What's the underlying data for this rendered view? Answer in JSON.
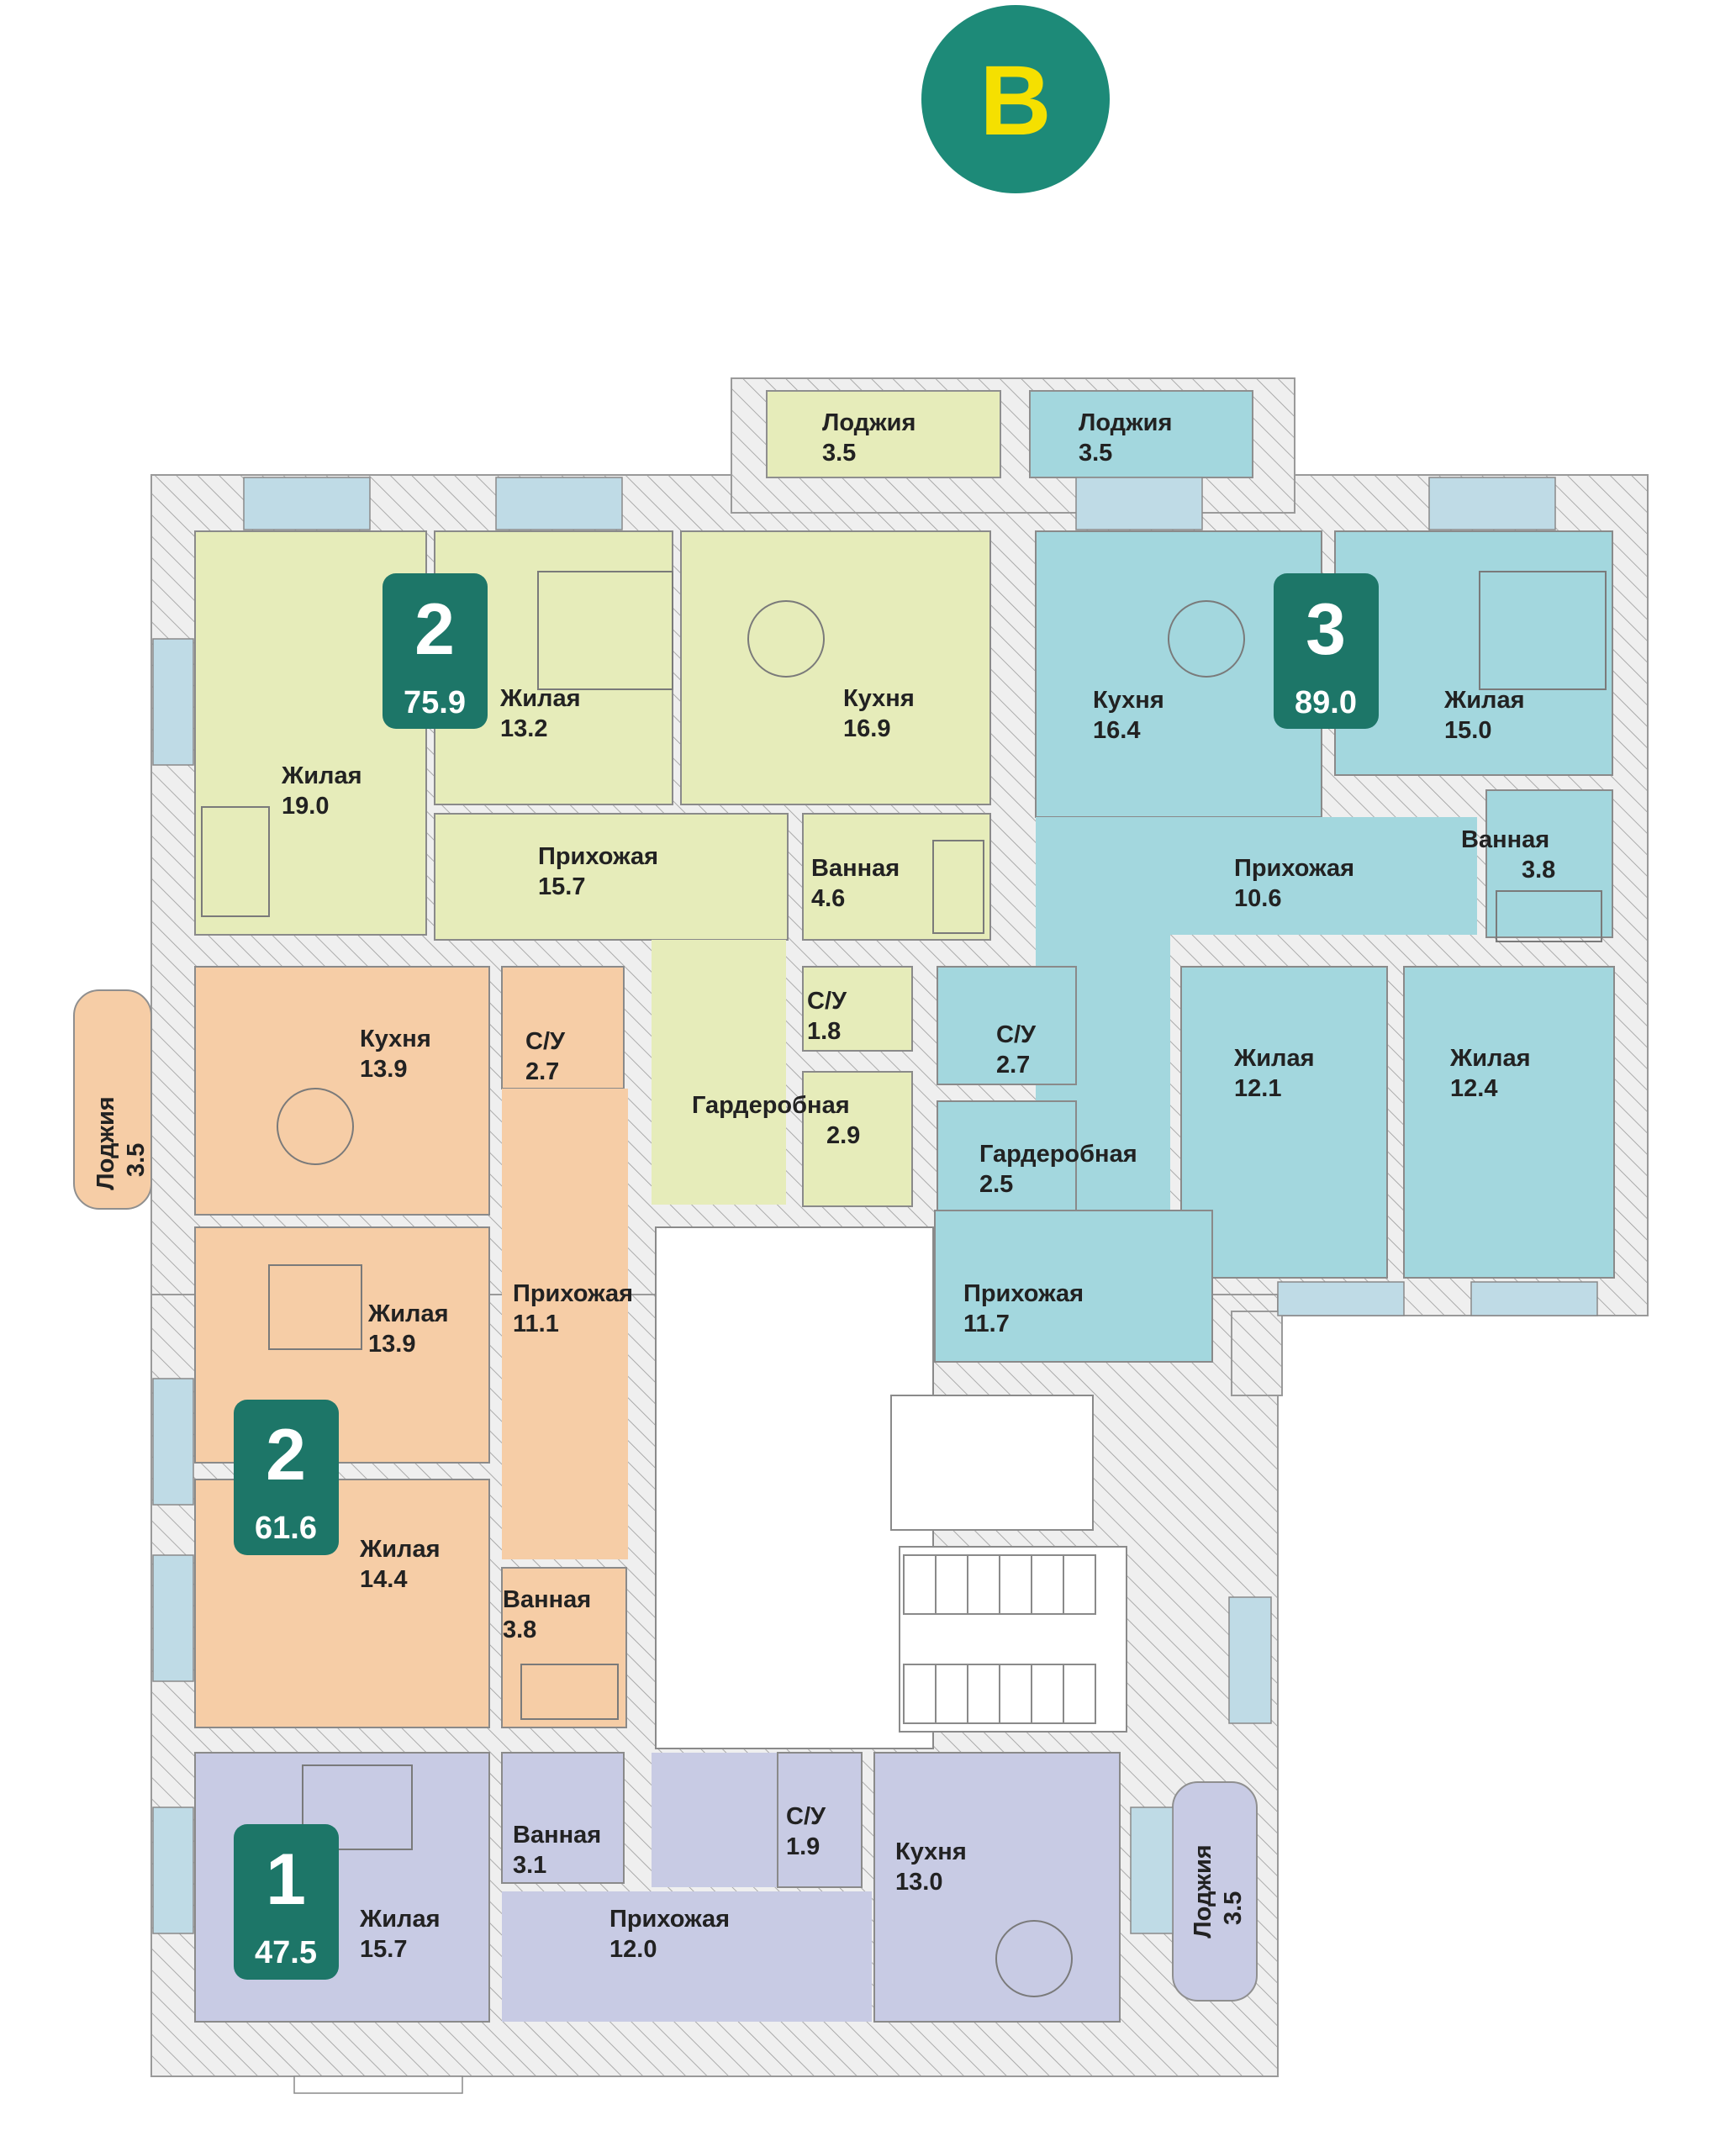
{
  "section": {
    "letter": "В"
  },
  "colors": {
    "yellow": "#e6ecba",
    "blue": "#a3d7de",
    "orange": "#f6cda6",
    "purple": "#c8cbe4",
    "badge": "#1d7668",
    "section_circle": "#1d8a78",
    "section_letter": "#f5e000",
    "wall": "#e8e8e8"
  },
  "apartments": [
    {
      "rooms": "2",
      "area": "75.9",
      "spaces": [
        {
          "name": "Жилая",
          "area": "19.0"
        },
        {
          "name": "Жилая",
          "area": "13.2"
        },
        {
          "name": "Кухня",
          "area": "16.9"
        },
        {
          "name": "Прихожая",
          "area": "15.7"
        },
        {
          "name": "Ванная",
          "area": "4.6"
        },
        {
          "name": "С/У",
          "area": "1.8"
        },
        {
          "name": "Гардеробная",
          "area": "2.9"
        },
        {
          "name": "Лоджия",
          "area": "3.5"
        }
      ]
    },
    {
      "rooms": "3",
      "area": "89.0",
      "spaces": [
        {
          "name": "Кухня",
          "area": "16.4"
        },
        {
          "name": "Жилая",
          "area": "15.0"
        },
        {
          "name": "Прихожая",
          "area": "10.6"
        },
        {
          "name": "Ванная",
          "area": "3.8"
        },
        {
          "name": "С/У",
          "area": "2.7"
        },
        {
          "name": "Жилая",
          "area": "12.1"
        },
        {
          "name": "Жилая",
          "area": "12.4"
        },
        {
          "name": "Гардеробная",
          "area": "2.5"
        },
        {
          "name": "Прихожая",
          "area": "11.7"
        },
        {
          "name": "Лоджия",
          "area": "3.5"
        }
      ]
    },
    {
      "rooms": "2",
      "area": "61.6",
      "spaces": [
        {
          "name": "Кухня",
          "area": "13.9"
        },
        {
          "name": "С/У",
          "area": "2.7"
        },
        {
          "name": "Жилая",
          "area": "13.9"
        },
        {
          "name": "Прихожая",
          "area": "11.1"
        },
        {
          "name": "Жилая",
          "area": "14.4"
        },
        {
          "name": "Ванная",
          "area": "3.8"
        },
        {
          "name": "Лоджия",
          "area": "3.5"
        }
      ]
    },
    {
      "rooms": "1",
      "area": "47.5",
      "spaces": [
        {
          "name": "Жилая",
          "area": "15.7"
        },
        {
          "name": "Ванная",
          "area": "3.1"
        },
        {
          "name": "Прихожая",
          "area": "12.0"
        },
        {
          "name": "С/У",
          "area": "1.9"
        },
        {
          "name": "Кухня",
          "area": "13.0"
        },
        {
          "name": "Лоджия",
          "area": "3.5"
        }
      ]
    }
  ]
}
